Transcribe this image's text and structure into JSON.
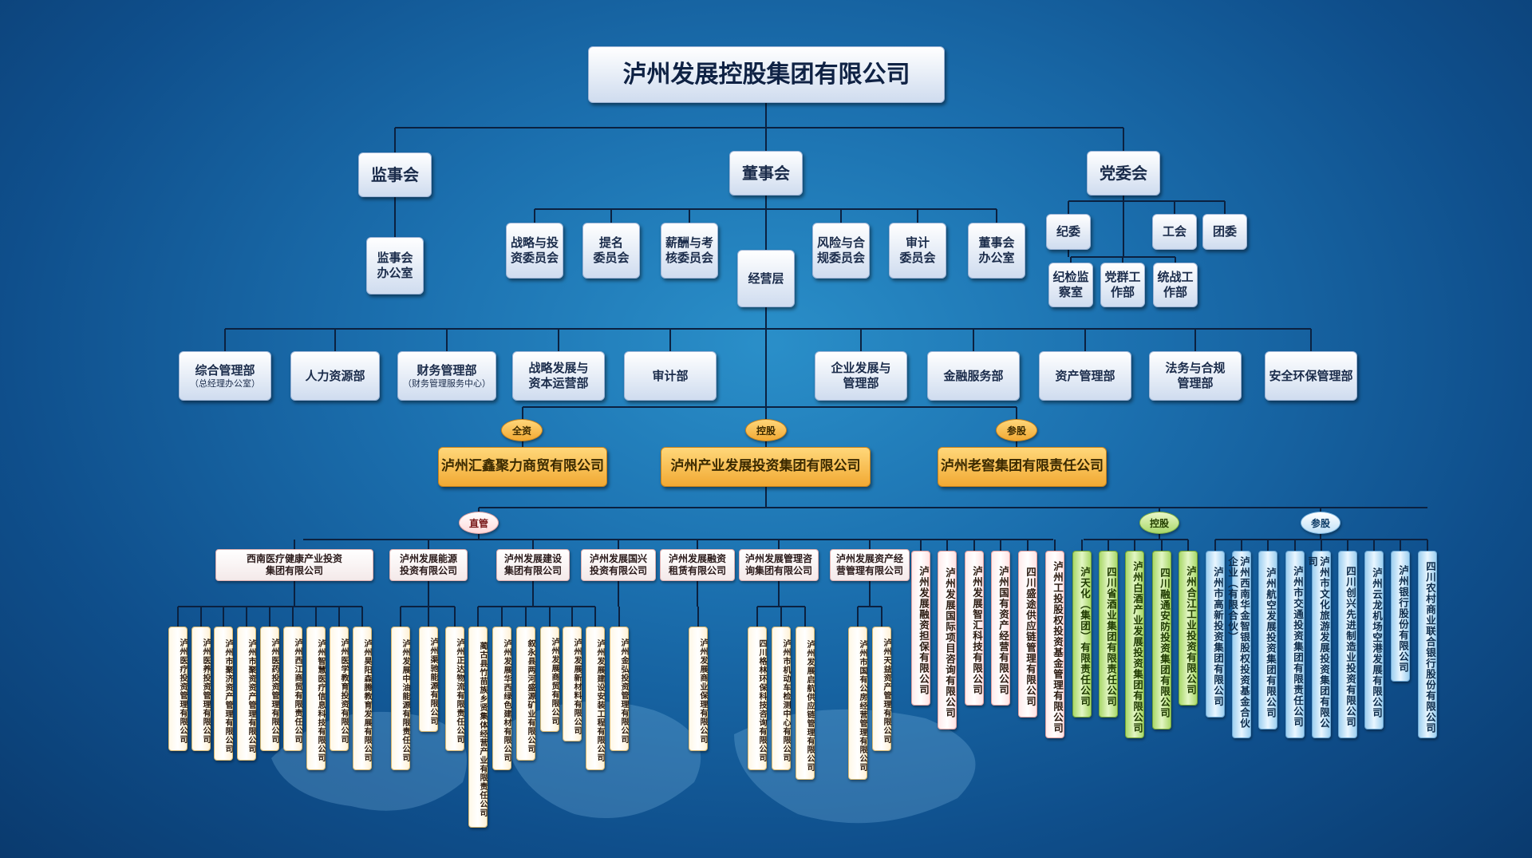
{
  "top": "泸州发展控股集团有限公司",
  "level1": {
    "left": "监事会",
    "center": "董事会",
    "right": "党委会"
  },
  "left_sub": "监事会\n办公室",
  "committees": [
    "战略与投\n资委员会",
    "提名\n委员会",
    "薪酬与考\n核委员会",
    "风险与合\n规委员会",
    "审计\n委员会",
    "董事会\n办公室"
  ],
  "management": "经营层",
  "party_units": {
    "a": "纪委",
    "b": "工会",
    "c": "团委",
    "d": "纪检监\n察室",
    "e": "党群工\n作部",
    "f": "统战工\n作部"
  },
  "departments": [
    {
      "name": "综合管理部",
      "note": "（总经理办公室）"
    },
    {
      "name": "人力资源部",
      "note": ""
    },
    {
      "name": "财务管理部",
      "note": "（财务管理服务中心）"
    },
    {
      "name": "战略发展与\n资本运营部",
      "note": ""
    },
    {
      "name": "审计部",
      "note": ""
    },
    {
      "name": "企业发展与\n管理部",
      "note": ""
    },
    {
      "name": "金融服务部",
      "note": ""
    },
    {
      "name": "资产管理部",
      "note": ""
    },
    {
      "name": "法务与合规\n管理部",
      "note": ""
    },
    {
      "name": "安全环保管理部",
      "note": ""
    }
  ],
  "tier3_badges": {
    "left": "全资",
    "center": "控股",
    "right": "参股"
  },
  "tier3": {
    "left": "泸州汇鑫聚力商贸有限公司",
    "center": "泸州产业发展投资集团有限公司",
    "right": "泸州老窖集团有限责任公司"
  },
  "tier4_badges": {
    "direct": "直管",
    "holding": "控股",
    "stake": "参股"
  },
  "groups": [
    "西南医疗健康产业投资\n集团有限公司",
    "泸州发展能源\n投资有限公司",
    "泸州发展建设\n集团有限公司",
    "泸州发展国兴\n投资有限公司",
    "泸州发展融资\n租赁有限公司",
    "泸州发展管理咨\n询集团有限公司",
    "泸州发展资产经\n营管理有限公司"
  ],
  "leaf_small": [
    [
      "泸州医疗投资管理有限公司",
      "泸州医养投资管理有限公司",
      "泸州市聚济资产管理有限公司",
      "泸州市聚资资产管理有限公司",
      "泸州医药投资管理有限公司",
      "泸州西江商贸有限责任公司",
      "泸州智慧医疗信息科技有限公司",
      "泸州医学教育投资有限公司",
      "泸州昊阳森腾教育发展有限公司"
    ],
    [
      "泸州发展中油能源有限责任公司",
      "泸州渠驰能源有限公司",
      "泸州正达物流有限责任公司"
    ],
    [
      "蔺古县竹苗族乡贤集体经营产业有限责任公司",
      "泸州发展华西绿色建材有限公司",
      "叙永县两河盛源矿业有限公司",
      "泸州发展商贸有限公司",
      "泸州发展新材料有限公司",
      "泸州发展建设安装工程有限公司"
    ],
    [
      "泸州金弘投资管理有限公司"
    ],
    [
      "泸州发展商业保理有限公司"
    ],
    [
      "四川格林环保科技咨询有限公司",
      "泸州市机动车检测中心有限公司",
      "泸州发展启航供应链管理有限公司"
    ],
    [
      "泸州市国有公房经营管理有限公司",
      "泸州天益资产管理有限公司"
    ]
  ],
  "direct_companies": [
    "泸州发展融资担保有限公司",
    "泸州发展国际项目咨询有限公司",
    "泸州发展智汇科技有限公司",
    "泸州国有资产经营有限公司",
    "四川盛途供应链管理有限公司",
    "泸州工投股权投资基金管理有限公司"
  ],
  "holding_companies": [
    "泸天化（集团）有限责任公司",
    "四川省酒业集团有限责任公司",
    "泸州白酒产业发展投资集团有限公司",
    "四川融通安防投资集团有限公司",
    "泸州合江工业投资有限公司"
  ],
  "stake_companies": [
    "泸州市高新投资集团有限公司",
    "泸州西南华金智银股权投资基金合伙企业（有限合伙）",
    "泸州航空发展投资集团有限公司",
    "泸州市交通投资集团有限责任公司",
    "泸州市文化旅游发展投资集团有限公司",
    "四川创兴先进制造业投资有限公司",
    "泸州云龙机场空港发展有限公司",
    "泸州银行股份有限公司",
    "四川农村商业联合银行股份有限公司"
  ],
  "colors": {
    "link": "#0b2140",
    "gold": "#f1a933",
    "green": "#a9d86a",
    "blue": "#9fd0f0",
    "pink": "#ffe3e3"
  }
}
